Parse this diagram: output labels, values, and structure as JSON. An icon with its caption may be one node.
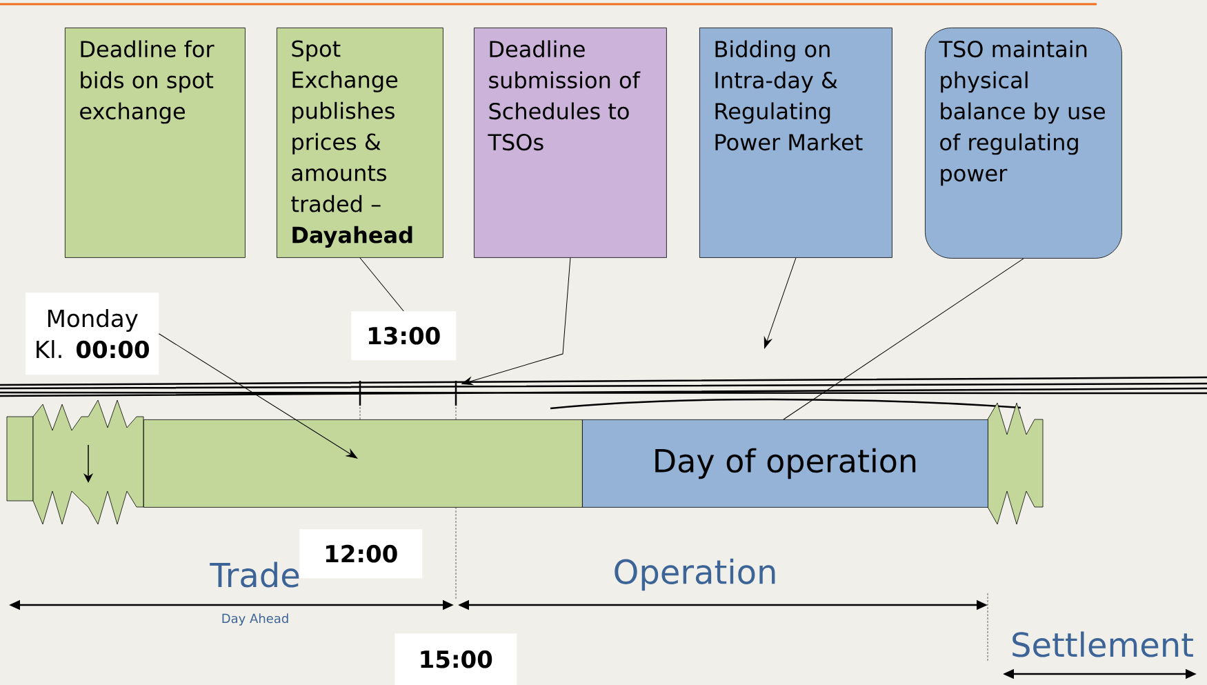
{
  "diagram": {
    "nodes": [
      {
        "text": [
          "Deadline for bids on spot exchange"
        ]
      },
      {
        "text": [
          "Spot Exchange publishes prices & amounts traded – **Dayahead**"
        ]
      },
      {
        "text": [
          "Deadline submission of Schedules to TSOs"
        ]
      },
      {
        "text": [
          "Bidding on Intra-day & Regulating Power Market"
        ]
      },
      {
        "text": [
          "TSO maintain physical balance by use of regulating power"
        ]
      },
      {
        "text": [
          "Monday Kl. **00:00**"
        ]
      },
      {
        "text": [
          "13:00"
        ]
      },
      {
        "text": [],
        "shape": "bar"
      },
      {
        "text": [
          "Day of operation"
        ]
      },
      {
        "text": [
          "12:00"
        ]
      },
      {
        "text": [
          "15:00"
        ]
      }
    ],
    "edges": [
      {
        "from": 1,
        "to": 6,
        "arrow": "none"
      },
      {
        "from": 2,
        "to": null,
        "arrow": "to"
      },
      {
        "from": 3,
        "to": null,
        "arrow": "to"
      },
      {
        "from": 4,
        "to": 8,
        "arrow": "none"
      },
      {
        "from": 5,
        "to": 7,
        "arrow": "to"
      }
    ],
    "labels": [
      "Trade",
      "Day Ahead",
      "Operation",
      "Settlement"
    ]
  }
}
